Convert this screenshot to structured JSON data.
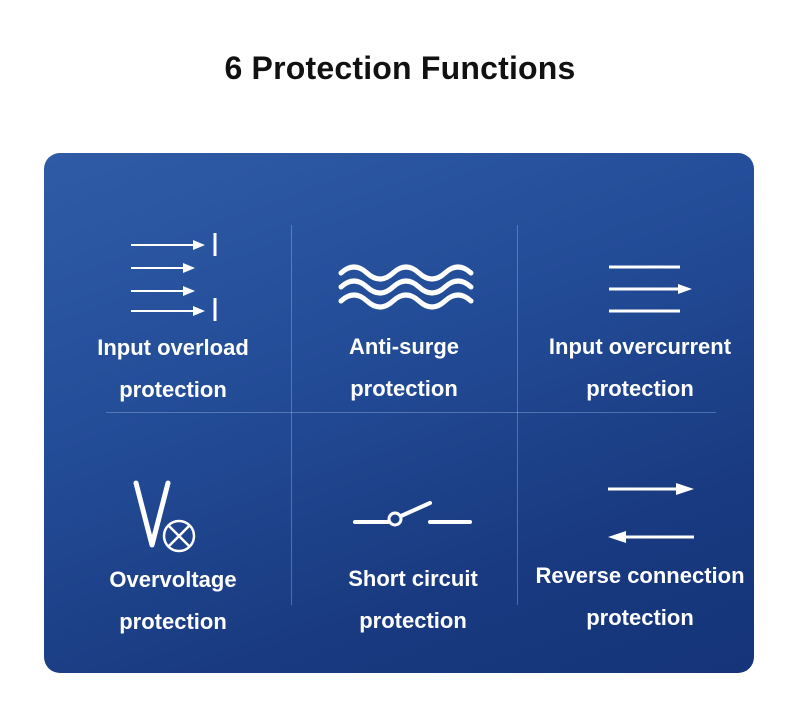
{
  "title": "6 Protection Functions",
  "colors": {
    "panel": "#234c97",
    "text": "#ffffff",
    "title": "#111111"
  },
  "functions": [
    {
      "line1": "Input overload",
      "line2": "protection",
      "icon": "overload-icon"
    },
    {
      "line1": "Anti-surge",
      "line2": "protection",
      "icon": "wave-icon"
    },
    {
      "line1": "Input overcurrent",
      "line2": "protection",
      "icon": "overcurrent-icon"
    },
    {
      "line1": "Overvoltage",
      "line2": "protection",
      "icon": "overvoltage-icon"
    },
    {
      "line1": "Short circuit",
      "line2": "protection",
      "icon": "switch-icon"
    },
    {
      "line1": "Reverse connection",
      "line2": "protection",
      "icon": "reverse-arrows-icon"
    }
  ]
}
